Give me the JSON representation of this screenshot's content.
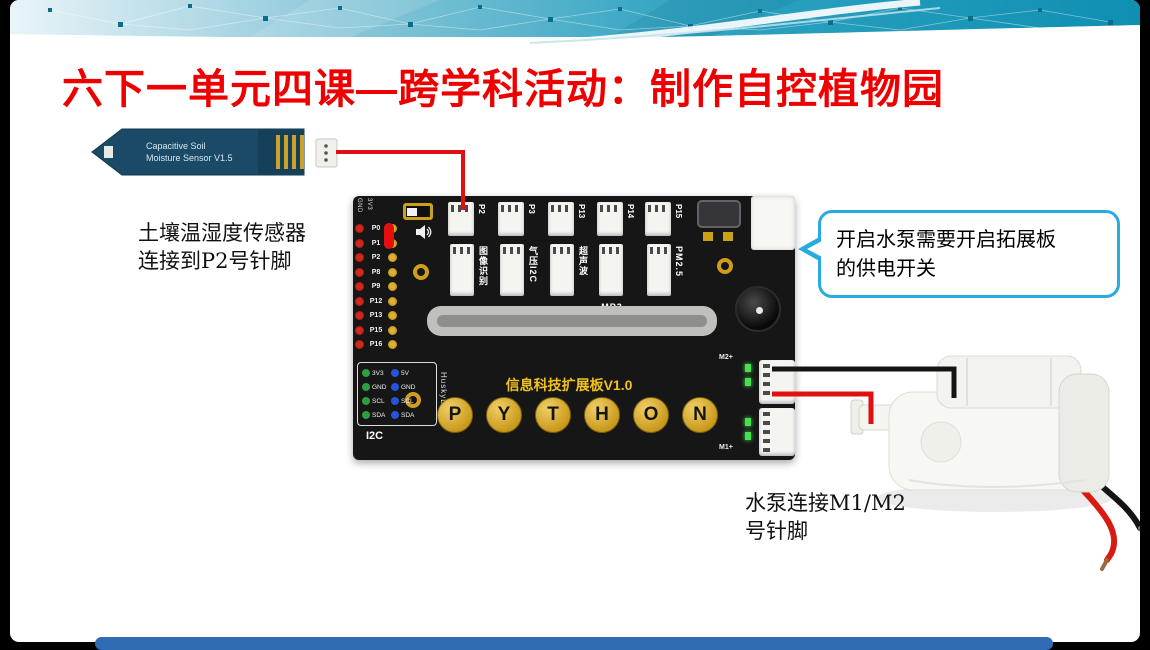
{
  "slide": {
    "title": "六下一单元四课—跨学科活动：制作自控植物园"
  },
  "sensor": {
    "board_text_line1": "Capacitive Soil",
    "board_text_line2": "Moisture Sensor V1.5",
    "caption_line1": "土壤温湿度传感器",
    "caption_line2": "连接到P2号针脚"
  },
  "board": {
    "title": "信息科技扩展板V1.0",
    "power_rail_labels": [
      "GND",
      "3V3"
    ],
    "left_pins": [
      "P0",
      "P1",
      "P2",
      "P8",
      "P9",
      "P12",
      "P13",
      "P15",
      "P16"
    ],
    "connector_pins": [
      "P2",
      "P3",
      "P13",
      "P14",
      "P15"
    ],
    "module_labels": [
      "图像识别",
      "气压I2C",
      "超声波",
      "MP3",
      "PM2.5"
    ],
    "huskylens_label": "HuskyLens",
    "i2c_label": "I2C",
    "i2c_left_pins": [
      "3V3",
      "GND",
      "SCL",
      "SDA"
    ],
    "i2c_right_pins": [
      "5V",
      "GND",
      "SCL",
      "SDA"
    ],
    "python_letters": [
      "P",
      "Y",
      "T",
      "H",
      "O",
      "N"
    ],
    "motor_labels": [
      "M2+",
      "M1+"
    ]
  },
  "callout": {
    "line1": "开启水泵需要开启拓展板",
    "line2": "的供电开关"
  },
  "pump": {
    "caption_line1": "水泵连接M1/M2",
    "caption_line2": "号针脚"
  },
  "colors": {
    "title_red": "#ee0000",
    "callout_border": "#29abe2",
    "board_yellow": "#f2c21c",
    "wire_red": "#e01010",
    "banner_teal": "#0f8fb2",
    "bottom_bar_blue": "#2f6cb4",
    "sensor_pcb_navy": "#1a4a66"
  }
}
